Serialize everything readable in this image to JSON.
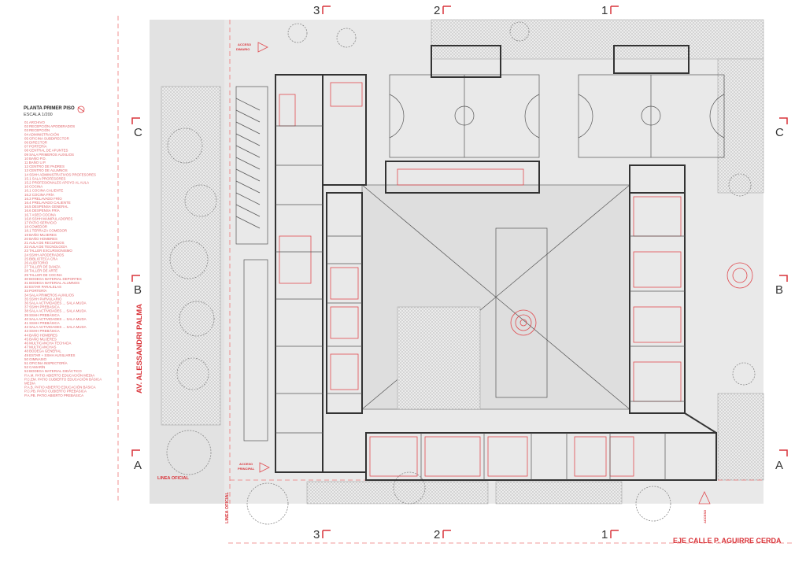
{
  "legend": {
    "title": "PLANTA PRIMER PISO",
    "scale": "ESCALA 1/200",
    "items": [
      "01 ARCHIVO",
      "02 RECEPCIÓN APODERADOS",
      "03 RECEPCIÓN",
      "04 ADMINISTRACIÓN",
      "05 OFICINA SUBDIRECTOR",
      "06 DIRECTOR",
      "07 PORTERÍA",
      "08 CENTRAL DE APUNTES",
      "09 SALA PRIMEROS AUXILIOS",
      "10 BAÑO P.D.",
      "11 BAÑO U.P.",
      "12 CENTRO DE PADRES",
      "13 CENTRO DE ALUMNOS",
      "14 SSHH ADMINISTRATIVOS PROFESORES",
      "15.1 SALA PROFESORES",
      "15.2 PROFESIONALES APOYO AL AULA",
      "16 COCINA",
      "16.1 COCINA CALIENTE",
      "16.2 COCINA FRÍA",
      "16.3 PRELAVADO FRÍO",
      "16.4 PRELAVADO CALIENTE",
      "16.5 DESPENSA GENERAL",
      "16.6 DESPENSA FRÍA",
      "16.7 ASEO COCINA",
      "16.8 SSHH MANIPULADORES",
      "17 PATIO SERVICIO",
      "18 COMEDOR",
      "18.1 TERRAZA COMEDOR",
      "19 BAÑO MUJERES",
      "20 BAÑO HOMBRES",
      "21 AULA DE RECURSOS",
      "22 AULA DE TECNOLOGÍA",
      "23 TALLER EXCURSIONISMO",
      "24 SSHH APODERADOS",
      "25 BIBLIOTECA CRA",
      "26 AUDITORIO",
      "27 TALLER DE DANZA",
      "28 TALLER DE ARTE",
      "29 TALLER DE COCINA",
      "30 BODEGA MATERIAL DEPORTES",
      "31 BODEGA MATERIAL ALUMNOS",
      "32 ESTAR PARALELAS",
      "33 PORTERÍA",
      "34 SALA PRIMEROS AUXILIOS",
      "35 SSHH PARVULARIO",
      "36 SALA ACTIVIDADES ... SALA MUDA",
      "37 SSHH PREBÁSICA",
      "38 SALA ACTIVIDADES ... SALA MUDA",
      "39 SSHH PREBÁSICA",
      "40 SALA ACTIVIDADES ... SALA MUDA",
      "41 SSHH PREBÁSICA",
      "42 SALA ACTIVIDADES ... SALA MUDA",
      "43 SSHH PREBÁSICA",
      "44 BAÑO HOMBRES",
      "45 BAÑO MUJERES",
      "46 MULTICANCHA TECHADA",
      "47 MULTICANCHAS",
      "48 BODEGA GENERAL",
      "49 ESTAR + SSHH AUXILIARES",
      "50 GIMNASIO",
      "51 OFICINA INSPECTORÍA",
      "52 CAMARÍN",
      "53 BODEGA MATERIAL DIDÁCTICO",
      "P.A.M. PATIO ABIERTO EDUCACIÓN MEDIA",
      "P.C.EM. PATIO CUBIERTO EDUCACIÓN BÁSICA",
      "MEDIA",
      "P.A.B. PATIO ABIERTO EDUCACIÓN BÁSICA",
      "P.C.PB. PATIO CUBIERTO PREBÁSICA",
      "P.A.PB. PATIO ABIERTO PREBÁSICA"
    ]
  },
  "sections": {
    "top": [
      "3",
      "2",
      "1"
    ],
    "side": [
      "C",
      "B",
      "A"
    ]
  },
  "labels": {
    "street_left": "AV. ALESSANDRI PALMA",
    "street_bottom": "EJE CALLE P. AGUIRRE CERDA",
    "linea_oficial": "LINEA OFICIAL",
    "access_secondary": [
      "ACCESO",
      "DIMARIO"
    ],
    "access_main": [
      "ACCESO",
      "PRINCIPAL"
    ],
    "access_service": "ACCESO"
  },
  "colors": {
    "accent": "#d9343a",
    "ground": "#e8e8e8"
  }
}
